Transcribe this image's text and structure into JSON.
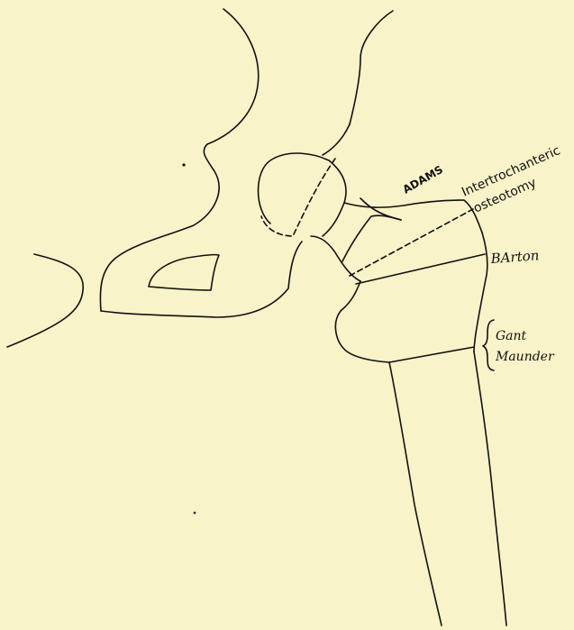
{
  "labels": {
    "adams": "ADAMS",
    "intertrochanteric": "Intertrochanteric",
    "osteotomy": "osteotomy",
    "barton": "BArton",
    "gant": "Gant",
    "maunder": "Maunder"
  },
  "colors": {
    "paper": "#f8f3c8",
    "ink": "#111111"
  }
}
